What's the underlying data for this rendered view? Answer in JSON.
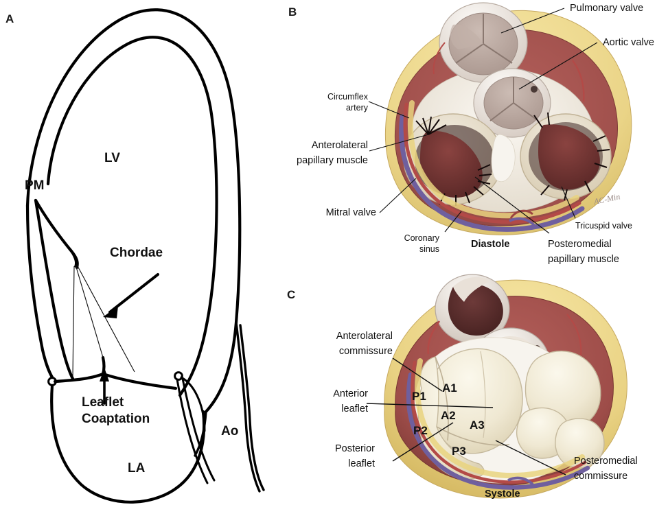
{
  "figure": {
    "panels": [
      {
        "id": "A",
        "letter": "A"
      },
      {
        "id": "B",
        "letter": "B"
      },
      {
        "id": "C",
        "letter": "C"
      }
    ]
  },
  "panel_a": {
    "letter": "A",
    "labels": {
      "lv": "LV",
      "la": "LA",
      "ao": "Ao",
      "pm": "PM",
      "chordae": "Chordae",
      "leaflet_coaptation_line1": "Leaflet",
      "leaflet_coaptation_line2": "Coaptation"
    },
    "description": "Schematic long-axis line drawing of the left ventricle, left atrium, aorta, papillary muscle, chordae tendineae and mitral leaflet coaptation point"
  },
  "panel_b": {
    "letter": "B",
    "phase_label": "Diastole",
    "artist_signature": "AC-Min",
    "labels": [
      {
        "name": "pulmonary-valve",
        "text": "Pulmonary valve"
      },
      {
        "name": "aortic-valve",
        "text": "Aortic valve"
      },
      {
        "name": "circumflex-artery",
        "line1": "Circumflex",
        "line2": "artery"
      },
      {
        "name": "anterolateral-papillary-muscle",
        "line1": "Anterolateral",
        "line2": "papillary muscle"
      },
      {
        "name": "mitral-valve",
        "text": "Mitral valve"
      },
      {
        "name": "coronary-sinus",
        "line1": "Coronary",
        "line2": "sinus"
      },
      {
        "name": "tricuspid-valve",
        "text": "Tricuspid valve"
      },
      {
        "name": "posteromedial-papillary-muscle",
        "line1": "Posteromedial",
        "line2": "papillary muscle"
      }
    ],
    "description": "Surgeon's view of the cardiac valve plane during diastole with mitral and tricuspid valves open"
  },
  "panel_c": {
    "letter": "C",
    "phase_label": "Systole",
    "labels": [
      {
        "name": "anterolateral-commissure",
        "line1": "Anterolateral",
        "line2": "commissure"
      },
      {
        "name": "anterior-leaflet",
        "line1": "Anterior",
        "line2": "leaflet"
      },
      {
        "name": "posterior-leaflet",
        "line1": "Posterior",
        "line2": "leaflet"
      },
      {
        "name": "posteromedial-commissure",
        "line1": "Posteromedial",
        "line2": "commissure"
      }
    ],
    "segments": [
      "A1",
      "A2",
      "A3",
      "P1",
      "P2",
      "P3"
    ],
    "description": "Surgeon's view of the cardiac valve plane during systole with closed mitral valve showing Carpentier leaflet segments"
  },
  "colors": {
    "epicardial_fat": "#ecd98a",
    "myocardium": "#a7534f",
    "myocardium_dark": "#8e443f",
    "valve_leaflet": "#ece3cb",
    "valve_leaflet_light": "#f5efdc",
    "papillary_muscle": "#6e3434",
    "coronary_sinus": "#6f5f9e",
    "coronary_artery": "#b34a47",
    "annulus_white": "#f6f3ee",
    "great_vessel": "#cfc3ba",
    "text": "#111111"
  }
}
